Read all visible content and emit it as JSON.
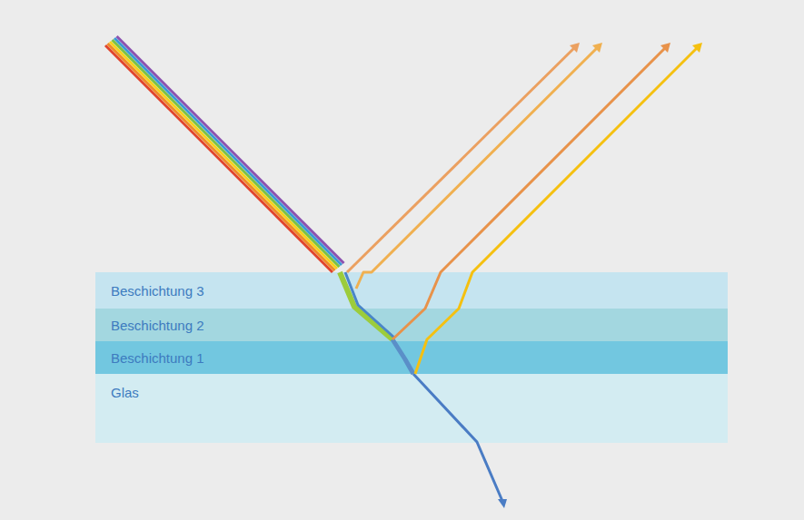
{
  "diagram": {
    "nodes": [
      {
        "text": [
          "Beschichtung 3"
        ]
      },
      {
        "text": [
          "Beschichtung 2"
        ]
      },
      {
        "text": [
          "Beschichtung 1"
        ]
      },
      {
        "text": [
          "Glas"
        ]
      }
    ]
  }
}
